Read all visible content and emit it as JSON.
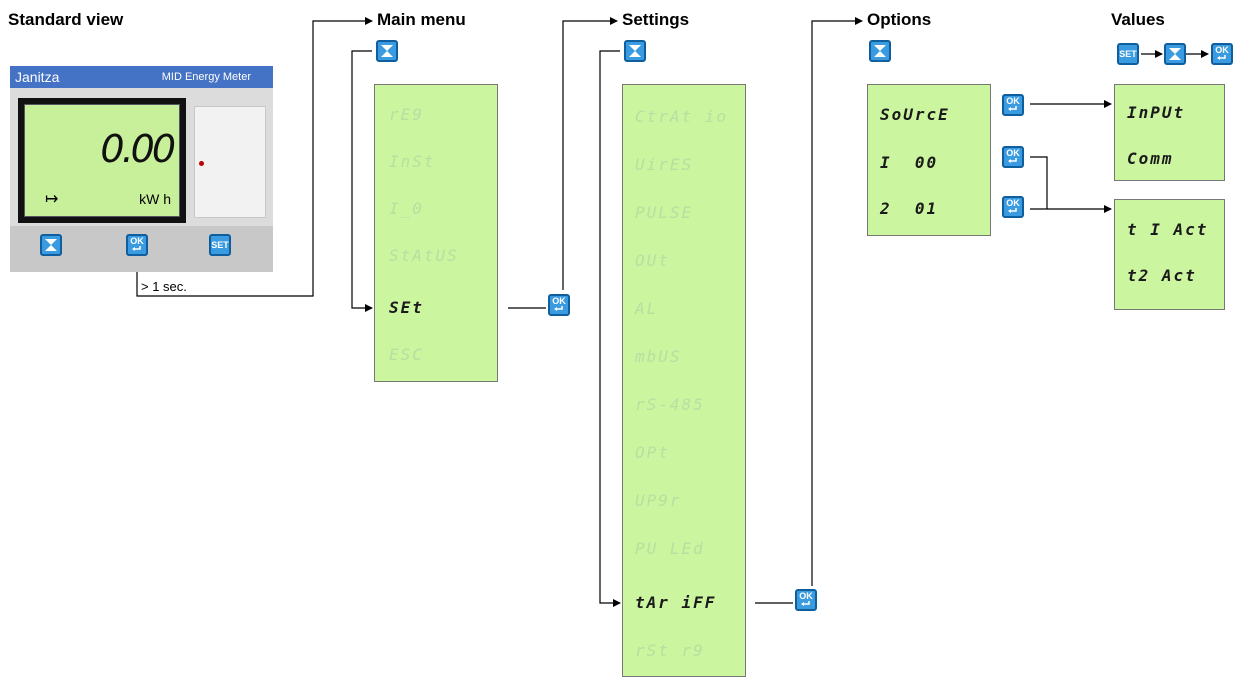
{
  "headings": {
    "standard_view": "Standard view",
    "main_menu": "Main menu",
    "settings": "Settings",
    "options": "Options",
    "values": "Values"
  },
  "device": {
    "brand": "Janitza",
    "model": "MID Energy Meter",
    "display_value": "0.00",
    "unit": "kW  h",
    "hold_note": "> 1 sec."
  },
  "buttons": {
    "ok_label": "OK",
    "set_label": "SET"
  },
  "main_menu_items": [
    {
      "label": "rE9",
      "active": false
    },
    {
      "label": "InSt",
      "active": false
    },
    {
      "label": "I_0",
      "active": false
    },
    {
      "label": "StAtUS",
      "active": false
    },
    {
      "label": "SEt",
      "active": true
    },
    {
      "label": "ESC",
      "active": false
    }
  ],
  "settings_items": [
    {
      "label": "CtrAt io",
      "active": false
    },
    {
      "label": "UirES",
      "active": false
    },
    {
      "label": "PULSE",
      "active": false
    },
    {
      "label": "OUt",
      "active": false
    },
    {
      "label": "AL",
      "active": false
    },
    {
      "label": "mbUS",
      "active": false
    },
    {
      "label": "rS-485",
      "active": false
    },
    {
      "label": "OPt",
      "active": false
    },
    {
      "label": "UP9r",
      "active": false
    },
    {
      "label": "PU LEd",
      "active": false
    },
    {
      "label": "tAr iFF",
      "active": true
    },
    {
      "label": "rSt r9",
      "active": false
    }
  ],
  "options_items": [
    {
      "label": "SoUrcE",
      "active": true
    },
    {
      "label": "I  00",
      "active": true
    },
    {
      "label": "2  01",
      "active": true
    }
  ],
  "values_source": [
    {
      "label": "InPUt",
      "active": true
    },
    {
      "label": "Comm",
      "active": true
    }
  ],
  "values_tariff": [
    {
      "label": "t I Act",
      "active": true
    },
    {
      "label": "t2 Act",
      "active": true
    }
  ],
  "colors": {
    "lcd": "#ccf5a0",
    "button": "#3a9be0",
    "button_border": "#0f5e9e",
    "device_header": "#4472c4",
    "indicator": "#c00000"
  }
}
